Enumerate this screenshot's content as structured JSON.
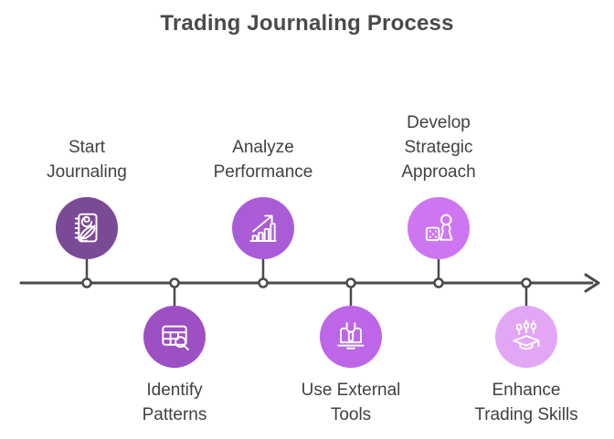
{
  "title": "Trading Journaling Process",
  "colors": {
    "timeline": "#4a4a4a",
    "title_text": "#4a4a4a",
    "label_text": "#414141",
    "background": "#ffffff"
  },
  "steps": [
    {
      "label": "Start\nJournaling",
      "position": "above",
      "circle_color": "#7b4a97",
      "icon": "journal-pen-icon"
    },
    {
      "label": "Identify\nPatterns",
      "position": "below",
      "circle_color": "#9c50c4",
      "icon": "table-search-icon"
    },
    {
      "label": "Analyze\nPerformance",
      "position": "above",
      "circle_color": "#aa5cd6",
      "icon": "bar-chart-growth-icon"
    },
    {
      "label": "Use External\nTools",
      "position": "below",
      "circle_color": "#bd66e8",
      "icon": "laptop-wrench-icon"
    },
    {
      "label": "Develop\nStrategic\nApproach",
      "position": "above",
      "circle_color": "#ce76f1",
      "icon": "dice-pawn-icon"
    },
    {
      "label": "Enhance\nTrading Skills",
      "position": "below",
      "circle_color": "#e3a6f5",
      "icon": "candlestick-graduation-icon"
    }
  ]
}
